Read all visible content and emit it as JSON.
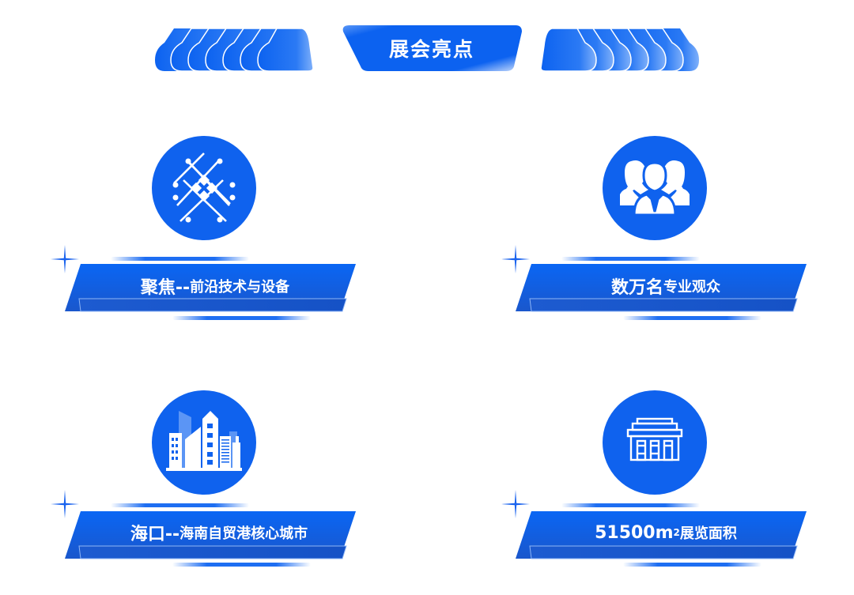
{
  "header": {
    "title": "展会亮点"
  },
  "colors": {
    "primary_blue": "#0f62ee",
    "bar_blue_top": "#0a63f2",
    "bar_blue_bottom": "#1a55c8",
    "background": "#ffffff"
  },
  "highlights": [
    {
      "icon": "network-nodes-icon",
      "label_main": "聚焦--",
      "label_sub": "前沿技术与设备"
    },
    {
      "icon": "audience-people-icon",
      "label_main": "数万名",
      "label_sub": "专业观众"
    },
    {
      "icon": "city-buildings-icon",
      "label_main": "海口--",
      "label_sub": "海南自贸港核心城市"
    },
    {
      "icon": "exhibition-hall-icon",
      "label_main": "51500m",
      "label_sup": "2",
      "label_sub": "展览面积"
    }
  ]
}
